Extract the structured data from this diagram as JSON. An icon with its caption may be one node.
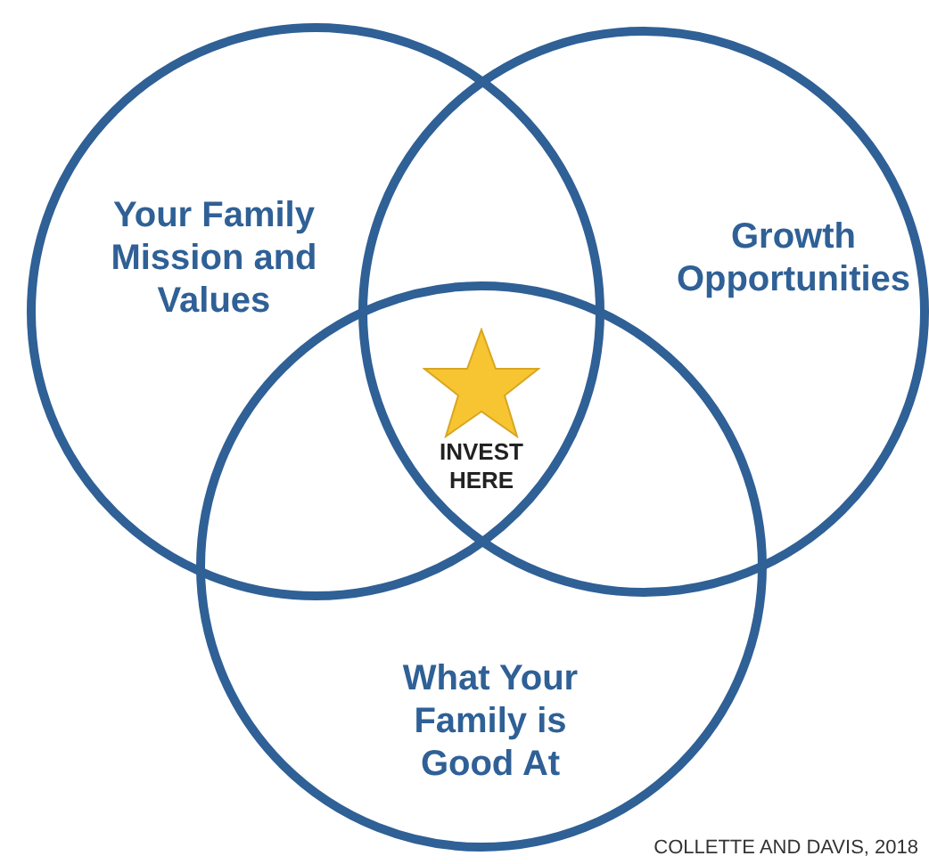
{
  "diagram": {
    "nodes": [
      {
        "text": [
          "Your Family Mission and Values"
        ]
      },
      {
        "text": [
          "Growth Opportunities"
        ]
      },
      {
        "text": [
          "What Your Family is Good At"
        ]
      },
      {
        "text": [
          "INVEST HERE"
        ]
      }
    ],
    "labels": [
      "COLLETTE AND DAVIS, 2018"
    ]
  }
}
